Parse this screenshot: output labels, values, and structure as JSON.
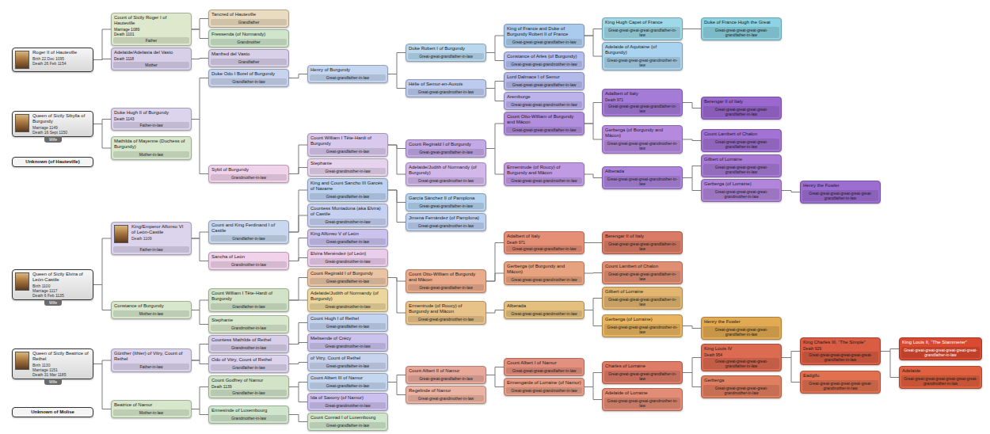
{
  "diagram": {
    "nodes": [
      {
        "text": [
          "Roger II of Hauteville",
          "Birth 22 Dec 1095",
          "Death 26 Feb 1154"
        ]
      },
      {
        "text": [
          "Count of Sicily Roger I of Hauteville",
          "Marriage 1089",
          "Death 1101",
          "Father"
        ]
      },
      {
        "text": [
          "Adelaide/Adelasia del Vasto",
          "Death 1118",
          "Mother"
        ]
      },
      {
        "text": [
          "Tancred of Hauteville",
          "Grandfather"
        ]
      },
      {
        "text": [
          "Fressenda (of Normandy)",
          "Grandmother"
        ]
      },
      {
        "text": [
          "Manfred del Vasto",
          "Grandfather"
        ]
      },
      {
        "text": [
          "Queen of Sicily Sibylla of Burgundy",
          "Marriage 1149",
          "Death 16 Sept 1150",
          "Wife"
        ]
      },
      {
        "text": [
          "Unknown (of Hauteville)"
        ]
      },
      {
        "text": [
          "Duke Hugh II of Burgundy",
          "Death 1143",
          "Father-in-law"
        ]
      },
      {
        "text": [
          "Mathilda of Mayenne (Duchess of Burgundy)",
          "Mother-in-law"
        ]
      },
      {
        "text": [
          "Duke Odo I Borel of Burgundy",
          "Grandfather-in-law"
        ]
      },
      {
        "text": [
          "Sybil of Burgundy",
          "Grandmother-in-law"
        ]
      },
      {
        "text": [
          "Henry of Burgundy",
          "Great-grandfather-in-law"
        ]
      },
      {
        "text": [
          "Duke Robert I of Burgundy",
          "Great-great-grandfather-in-law"
        ]
      },
      {
        "text": [
          "Hélie of Semur-en-Auxois",
          "Great-great-grandmother-in-law"
        ]
      },
      {
        "text": [
          "King of France and Duke of Burgundy Robert II of France",
          "Great-great-great-grandfather-in-law"
        ]
      },
      {
        "text": [
          "Constance of Arles (of Burgundy)",
          "Great-great-great-grandmother-in-law"
        ]
      },
      {
        "text": [
          "Lord Dalmace I of Semur",
          "Great-great-great-grandfather-in-law"
        ]
      },
      {
        "text": [
          "Aremburge",
          "Great-great-great-grandmother-in-law"
        ]
      },
      {
        "text": [
          "King Hugh Capet of France",
          "Great-great-great-great-grandfather-in-law"
        ]
      },
      {
        "text": [
          "Adelaide of Aquitaine (of Burgundy)",
          "Great-great-great-great-grandmother-in-law"
        ]
      },
      {
        "text": [
          "Duke of France Hugh the Great",
          "Great-great-great-great-great-grandfather-in-law"
        ]
      },
      {
        "text": [
          "Count William I Tête-Hardi of Burgundy",
          "Great-grandfather-in-law"
        ]
      },
      {
        "text": [
          "Stephanie",
          "Great-grandmother-in-law"
        ]
      },
      {
        "text": [
          "Count Reginald I of Burgundy",
          "Great-great-grandfather-in-law"
        ]
      },
      {
        "text": [
          "Adelaide/Judith of Normandy (of Burgundy)",
          "Great-great-grandmother-in-law"
        ]
      },
      {
        "text": [
          "Count Otto-William of Burgundy and Mâcon",
          "Great-great-great-grandfather-in-law"
        ]
      },
      {
        "text": [
          "Ermentrude (of Roucy) of Burgundy and Mâcon",
          "Great-great-great-grandmother-in-law"
        ]
      },
      {
        "text": [
          "Adalbert of Italy",
          "Death 971",
          "Great-great-great-great-grandfather-in-law"
        ]
      },
      {
        "text": [
          "Gerberga (of Burgundy and Mâcon)",
          "Great-great-great-great-grandmother-in-law"
        ]
      },
      {
        "text": [
          "Alberada",
          "Great-great-great-great-grandmother-in-law"
        ]
      },
      {
        "text": [
          "Berengar II of Italy",
          "Great-great-great-great-great-grandfather-in-law"
        ]
      },
      {
        "text": [
          "Count Lambert of Chalon",
          "Great-great-great-great-great-grandfather-in-law"
        ]
      },
      {
        "text": [
          "Gilbert of Lorraine",
          "Great-great-great-great-great-grandfather-in-law"
        ]
      },
      {
        "text": [
          "Gerberga (of Lorraine)",
          "Great-great-great-great-great-grandmother-in-law"
        ]
      },
      {
        "text": [
          "Henry the Fowler",
          "Great-great-great-great-great-great-grandfather-in-law"
        ]
      },
      {
        "text": [
          "Queen of Sicily Elvira of León-Castile",
          "Birth 1100",
          "Marriage 1117",
          "Death 6 Feb 1135",
          "Wife"
        ]
      },
      {
        "text": [
          "King/Emperor Alfonso VI of León-Castile",
          "Death 1109",
          "Father-in-law"
        ]
      },
      {
        "text": [
          "Constance of Burgundy",
          "Mother-in-law"
        ]
      },
      {
        "text": [
          "Count and King Ferdinand I of Castile",
          "Grandfather-in-law"
        ]
      },
      {
        "text": [
          "Sancha of León",
          "Grandmother-in-law"
        ]
      },
      {
        "text": [
          "King and Count Sancho III Garcés of Navarre",
          "Great-grandfather-in-law"
        ]
      },
      {
        "text": [
          "Countess Muniadona (aka Elvira) of Castile",
          "Great-grandmother-in-law"
        ]
      },
      {
        "text": [
          "King Alfonso V of León",
          "Great-grandfather-in-law"
        ]
      },
      {
        "text": [
          "Elvira Menéndez (of León)",
          "Great-grandmother-in-law"
        ]
      },
      {
        "text": [
          "García Sánchez II of Pamplona",
          "Great-great-grandfather-in-law"
        ]
      },
      {
        "text": [
          "Jimena Fernández (of Pamplona)",
          "Great-great-grandmother-in-law"
        ]
      },
      {
        "text": [
          "Count William I Tête-Hardi of Burgundy",
          "Grandfather-in-law"
        ]
      },
      {
        "text": [
          "Stephanie",
          "Grandmother-in-law"
        ]
      },
      {
        "text": [
          "Count Reginald I of Burgundy",
          "Great-grandfather-in-law"
        ]
      },
      {
        "text": [
          "Adelaide/Judith of Normandy (of Burgundy)",
          "Great-grandmother-in-law"
        ]
      },
      {
        "text": [
          "Count Otto-William of Burgundy and Mâcon",
          "Great-great-grandfather-in-law"
        ]
      },
      {
        "text": [
          "Ermentrude (of Roucy) of Burgundy and Mâcon",
          "Great-great-grandmother-in-law"
        ]
      },
      {
        "text": [
          "Adalbert of Italy",
          "Death 971",
          "Great-great-great-grandfather-in-law"
        ]
      },
      {
        "text": [
          "Gerberga (of Burgundy and Mâcon)",
          "Great-great-great-grandmother-in-law"
        ]
      },
      {
        "text": [
          "Alberada",
          "Great-great-great-grandmother-in-law"
        ]
      },
      {
        "text": [
          "Berengar II of Italy",
          "Great-great-great-great-grandfather-in-law"
        ]
      },
      {
        "text": [
          "Count Lambert of Chalon",
          "Great-great-great-great-grandfather-in-law"
        ]
      },
      {
        "text": [
          "Gilbert of Lorraine",
          "Great-great-great-great-grandfather-in-law"
        ]
      },
      {
        "text": [
          "Gerberga (of Lorraine)",
          "Great-great-great-great-grandmother-in-law"
        ]
      },
      {
        "text": [
          "Henry the Fowler",
          "Great-great-great-great-great-grandfather-in-law"
        ]
      },
      {
        "text": [
          "Queen of Sicily Beatrice of Rethel",
          "Birth 1130",
          "Marriage 1151",
          "Death 31 Mar 1185",
          "Wife"
        ]
      },
      {
        "text": [
          "Unknown of Molise"
        ]
      },
      {
        "text": [
          "Günther (Ithier) of Vitry, Count of Rethel",
          "Father-in-law"
        ]
      },
      {
        "text": [
          "Beatrice of Namur",
          "Mother-in-law"
        ]
      },
      {
        "text": [
          "Countess Mathilde of Rethel",
          "Grandmother-in-law"
        ]
      },
      {
        "text": [
          "Odo of Vitry, Count of Rethel",
          "Grandfather-in-law"
        ]
      },
      {
        "text": [
          "Count Hugh I of Rethel",
          "Great-grandfather-in-law"
        ]
      },
      {
        "text": [
          "Melisende of Crécy",
          "Great-grandmother-in-law"
        ]
      },
      {
        "text": [
          "of Vitry, Count of Rethel",
          "Great-grandfather-in-law"
        ]
      },
      {
        "text": [
          "Count Godfrey of Namur",
          "Death 1139",
          "Grandfather-in-law"
        ]
      },
      {
        "text": [
          "Ermesinde of Luxembourg",
          "Grandmother-in-law"
        ]
      },
      {
        "text": [
          "Count Albert III of Namur",
          "Great-grandfather-in-law"
        ]
      },
      {
        "text": [
          "Ida of Saxony (of Namur)",
          "Great-grandmother-in-law"
        ]
      },
      {
        "text": [
          "Count Conrad I of Luxembourg",
          "Great-grandfather-in-law"
        ]
      },
      {
        "text": [
          "Count Albert II of Namur",
          "Great-great-grandfather-in-law"
        ]
      },
      {
        "text": [
          "Regelinde of Namur",
          "Great-great-grandmother-in-law"
        ]
      },
      {
        "text": [
          "Count Albert I of Namur",
          "Great-great-great-grandfather-in-law"
        ]
      },
      {
        "text": [
          "Ermengarde of Lorraine (of Namur)",
          "Great-great-great-grandmother-in-law"
        ]
      },
      {
        "text": [
          "Charles of Lorraine",
          "Great-great-great-great-grandfather-in-law"
        ]
      },
      {
        "text": [
          "Adelaide of Lorraine",
          "Great-great-great-great-grandmother-in-law"
        ]
      },
      {
        "text": [
          "King Louis IV",
          "Death 954",
          "Great-great-great-great-great-grandfather-in-law"
        ]
      },
      {
        "text": [
          "Gerberga",
          "Great-great-great-great-great-grandmother-in-law"
        ]
      },
      {
        "text": [
          "King Charles III, “The Simple”",
          "Death 929",
          "Great-great-great-great-great-great-grandfather-in-law"
        ]
      },
      {
        "text": [
          "Eadgifu",
          "Great-great-great-great-great-great-grandmother-in-law"
        ]
      },
      {
        "text": [
          "King Louis II, “The Stammerer”",
          "Great-great-great-great-great-great-great-grandfather-in-law"
        ]
      },
      {
        "text": [
          "Adelaide",
          "Great-great-great-great-great-great-great-grandmother-in-law"
        ]
      }
    ],
    "edges": [
      {
        "from": 0,
        "to": 1,
        "arrow": "none"
      },
      {
        "from": 0,
        "to": 2,
        "arrow": "none"
      },
      {
        "from": 1,
        "to": 3,
        "arrow": "none"
      },
      {
        "from": 1,
        "to": 4,
        "arrow": "none"
      },
      {
        "from": 2,
        "to": 5,
        "arrow": "none"
      },
      {
        "from": 6,
        "to": 8,
        "arrow": "none"
      },
      {
        "from": 6,
        "to": 9,
        "arrow": "none"
      },
      {
        "from": 8,
        "to": 10,
        "arrow": "none"
      },
      {
        "from": 8,
        "to": 11,
        "arrow": "none"
      },
      {
        "from": 10,
        "to": 12,
        "arrow": "none"
      },
      {
        "from": 12,
        "to": 13,
        "arrow": "none"
      },
      {
        "from": 12,
        "to": 14,
        "arrow": "none"
      },
      {
        "from": 13,
        "to": 15,
        "arrow": "none"
      },
      {
        "from": 13,
        "to": 16,
        "arrow": "none"
      },
      {
        "from": 15,
        "to": 19,
        "arrow": "none"
      },
      {
        "from": 15,
        "to": 20,
        "arrow": "none"
      },
      {
        "from": 19,
        "to": 21,
        "arrow": "none"
      },
      {
        "from": 14,
        "to": 17,
        "arrow": "none"
      },
      {
        "from": 14,
        "to": 18,
        "arrow": "none"
      },
      {
        "from": 11,
        "to": 22,
        "arrow": "none"
      },
      {
        "from": 11,
        "to": 23,
        "arrow": "none"
      },
      {
        "from": 22,
        "to": 24,
        "arrow": "none"
      },
      {
        "from": 22,
        "to": 25,
        "arrow": "none"
      },
      {
        "from": 24,
        "to": 26,
        "arrow": "none"
      },
      {
        "from": 24,
        "to": 27,
        "arrow": "none"
      },
      {
        "from": 26,
        "to": 28,
        "arrow": "none"
      },
      {
        "from": 26,
        "to": 29,
        "arrow": "none"
      },
      {
        "from": 28,
        "to": 31,
        "arrow": "none"
      },
      {
        "from": 29,
        "to": 32,
        "arrow": "none"
      },
      {
        "from": 27,
        "to": 30,
        "arrow": "none"
      },
      {
        "from": 30,
        "to": 33,
        "arrow": "none"
      },
      {
        "from": 30,
        "to": 34,
        "arrow": "none"
      },
      {
        "from": 34,
        "to": 35,
        "arrow": "none"
      },
      {
        "from": 36,
        "to": 37,
        "arrow": "none"
      },
      {
        "from": 36,
        "to": 38,
        "arrow": "none"
      },
      {
        "from": 37,
        "to": 39,
        "arrow": "none"
      },
      {
        "from": 37,
        "to": 40,
        "arrow": "none"
      },
      {
        "from": 39,
        "to": 41,
        "arrow": "none"
      },
      {
        "from": 39,
        "to": 42,
        "arrow": "none"
      },
      {
        "from": 41,
        "to": 45,
        "arrow": "none"
      },
      {
        "from": 41,
        "to": 46,
        "arrow": "none"
      },
      {
        "from": 40,
        "to": 43,
        "arrow": "none"
      },
      {
        "from": 40,
        "to": 44,
        "arrow": "none"
      },
      {
        "from": 38,
        "to": 47,
        "arrow": "none"
      },
      {
        "from": 38,
        "to": 48,
        "arrow": "none"
      },
      {
        "from": 47,
        "to": 49,
        "arrow": "none"
      },
      {
        "from": 47,
        "to": 50,
        "arrow": "none"
      },
      {
        "from": 49,
        "to": 51,
        "arrow": "none"
      },
      {
        "from": 49,
        "to": 52,
        "arrow": "none"
      },
      {
        "from": 51,
        "to": 53,
        "arrow": "none"
      },
      {
        "from": 51,
        "to": 54,
        "arrow": "none"
      },
      {
        "from": 53,
        "to": 56,
        "arrow": "none"
      },
      {
        "from": 54,
        "to": 57,
        "arrow": "none"
      },
      {
        "from": 52,
        "to": 55,
        "arrow": "none"
      },
      {
        "from": 55,
        "to": 58,
        "arrow": "none"
      },
      {
        "from": 55,
        "to": 59,
        "arrow": "none"
      },
      {
        "from": 59,
        "to": 60,
        "arrow": "none"
      },
      {
        "from": 61,
        "to": 63,
        "arrow": "none"
      },
      {
        "from": 61,
        "to": 64,
        "arrow": "none"
      },
      {
        "from": 63,
        "to": 65,
        "arrow": "none"
      },
      {
        "from": 63,
        "to": 66,
        "arrow": "none"
      },
      {
        "from": 65,
        "to": 67,
        "arrow": "none"
      },
      {
        "from": 65,
        "to": 68,
        "arrow": "none"
      },
      {
        "from": 66,
        "to": 69,
        "arrow": "none"
      },
      {
        "from": 64,
        "to": 70,
        "arrow": "none"
      },
      {
        "from": 64,
        "to": 71,
        "arrow": "none"
      },
      {
        "from": 70,
        "to": 72,
        "arrow": "none"
      },
      {
        "from": 70,
        "to": 73,
        "arrow": "none"
      },
      {
        "from": 71,
        "to": 74,
        "arrow": "none"
      },
      {
        "from": 72,
        "to": 75,
        "arrow": "none"
      },
      {
        "from": 72,
        "to": 76,
        "arrow": "none"
      },
      {
        "from": 75,
        "to": 77,
        "arrow": "none"
      },
      {
        "from": 75,
        "to": 78,
        "arrow": "none"
      },
      {
        "from": 78,
        "to": 79,
        "arrow": "none"
      },
      {
        "from": 78,
        "to": 80,
        "arrow": "none"
      },
      {
        "from": 79,
        "to": 81,
        "arrow": "none"
      },
      {
        "from": 79,
        "to": 82,
        "arrow": "none"
      },
      {
        "from": 81,
        "to": 83,
        "arrow": "none"
      },
      {
        "from": 81,
        "to": 84,
        "arrow": "none"
      },
      {
        "from": 83,
        "to": 85,
        "arrow": "none"
      },
      {
        "from": 83,
        "to": 86,
        "arrow": "none"
      }
    ]
  }
}
